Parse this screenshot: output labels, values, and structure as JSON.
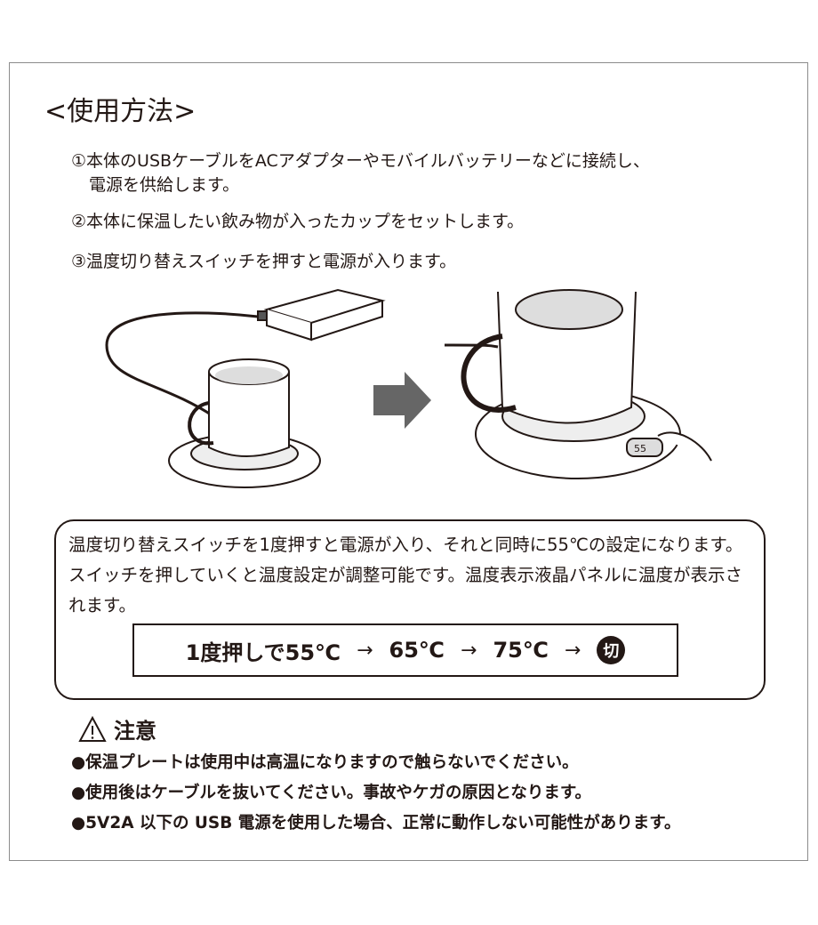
{
  "title": "<使用方法>",
  "steps": [
    {
      "line1": "①本体のUSBケーブルをACアダプターやモバイルバッテリーなどに接続し、",
      "line2": "電源を供給します。"
    },
    {
      "line1": "②本体に保温したい飲み物が入ったカップをセットします。"
    },
    {
      "line1": "③温度切り替えスイッチを押すと電源が入ります。"
    }
  ],
  "illustration": {
    "display_value": "55"
  },
  "info": {
    "text": "温度切り替えスイッチを1度押すと電源が入り、それと同時に55℃の設定になります。スイッチを押していくと温度設定が調整可能です。温度表示液晶パネルに温度が表示されます。",
    "sequence": [
      "1度押しで55℃",
      "65℃",
      "75℃"
    ],
    "arrow": "→",
    "off_label": "切"
  },
  "caution": {
    "heading": "注意",
    "items": [
      "●保温プレートは使用中は高温になりますので触らないでください。",
      "●使用後はケーブルを抜いてください。事故やケガの原因となります。",
      "●5V2A 以下の USB 電源を使用した場合、正常に動作しない可能性があります。"
    ]
  }
}
